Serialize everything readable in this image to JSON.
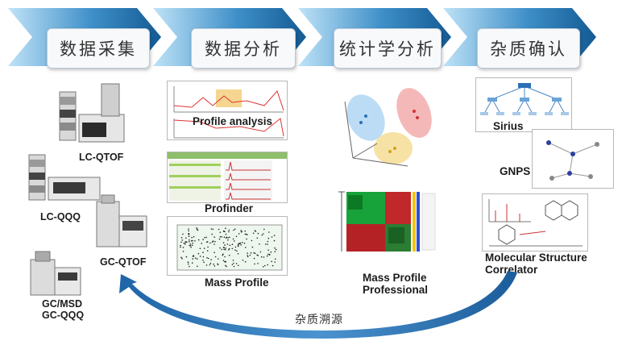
{
  "stages": [
    {
      "label": "数据采集"
    },
    {
      "label": "数据分析"
    },
    {
      "label": "统计学分析"
    },
    {
      "label": "杂质确认"
    }
  ],
  "instruments": {
    "lc_qtof": "LC-QTOF",
    "lc_qqq": "LC-QQQ",
    "gc_qtof": "GC-QTOF",
    "gc_msd": "GC/MSD",
    "gc_qqq": "GC-QQQ"
  },
  "analysis": {
    "profile_analysis": "Profile analysis",
    "profinder": "Profinder",
    "mass_profile": "Mass Profile"
  },
  "statistics": {
    "mpp_line1": "Mass Profile",
    "mpp_line2": "Professional"
  },
  "confirmation": {
    "sirius": "Sirius",
    "gnps": "GNPS",
    "msc_line1": "Molecular Structure",
    "msc_line2": "Correlator"
  },
  "trace_label": "杂质溯源",
  "colors": {
    "chevron_dark": "#1f6fa8",
    "chevron_light": "#9fd0ee",
    "arrow_blue": "#2a6fb0"
  }
}
